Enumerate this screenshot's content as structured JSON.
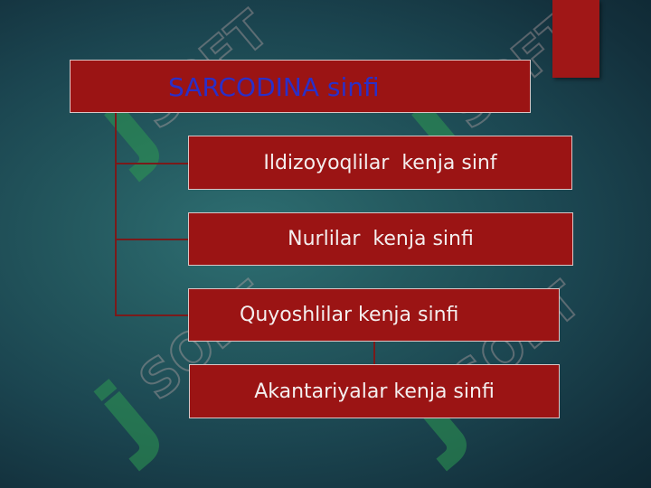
{
  "diagram": {
    "title": "SARCODINA sinfi",
    "nodes": [
      {
        "label": "Ildizoyoqlilar  kenja sinf"
      },
      {
        "label": "Nurlilar  kenja sinfi"
      },
      {
        "label": "Quyoshlilar kenja sinfi"
      },
      {
        "label": "Akantariyalar kenja sinfi"
      }
    ]
  },
  "watermark": {
    "text": "SOFT"
  },
  "colors": {
    "box_fill": "#9b1414",
    "title_text": "#2a2fc8",
    "connector": "#7a1a1a",
    "accent_tab": "#a01717",
    "background": "#1b4550"
  }
}
